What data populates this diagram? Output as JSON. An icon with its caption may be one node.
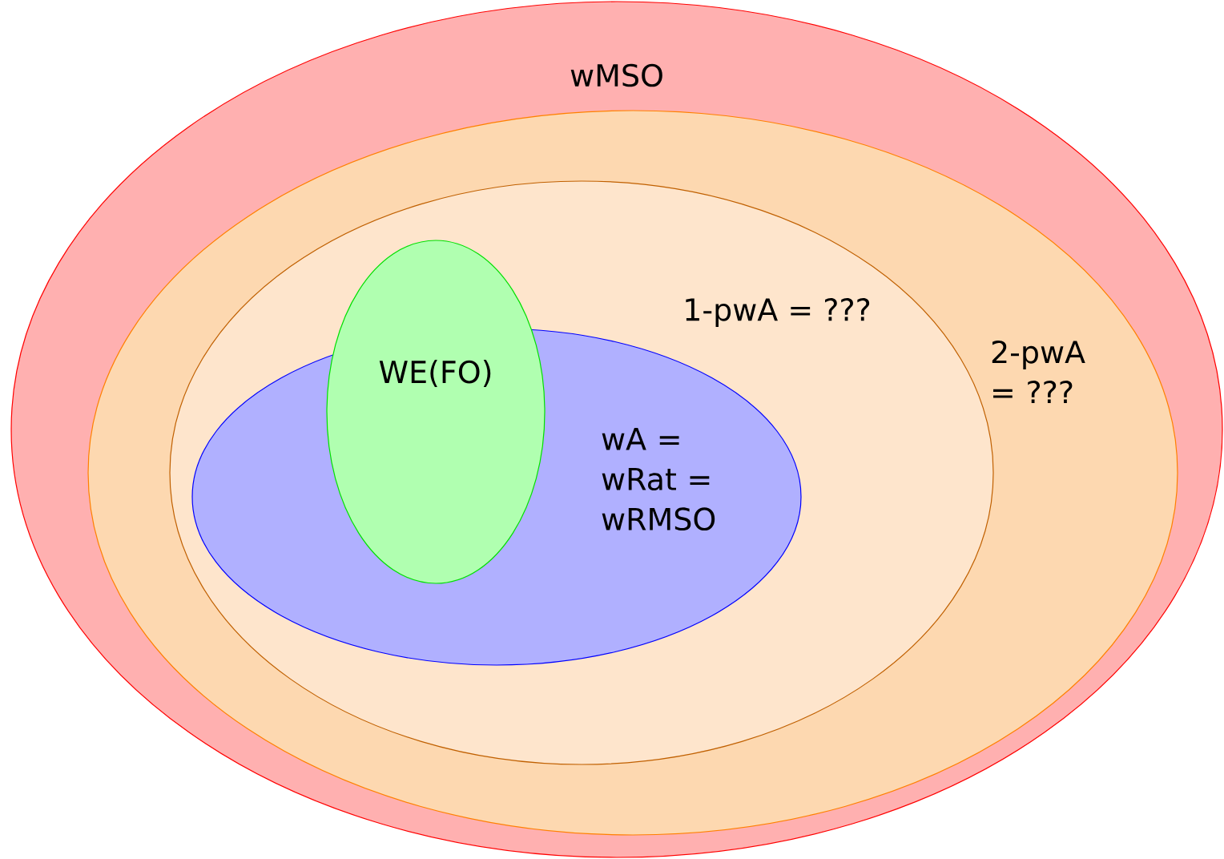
{
  "diagram": {
    "nodes": [
      {
        "text": [
          "wMSO"
        ]
      },
      {
        "text": [
          "2-pwA = ???"
        ],
        "in": 0
      },
      {
        "text": [
          "1-pwA = ???"
        ],
        "in": 1
      },
      {
        "text": [
          "wA = wRat = wRMSO"
        ],
        "in": 2
      },
      {
        "text": [
          "WE(FO)"
        ],
        "in": 2
      }
    ]
  }
}
